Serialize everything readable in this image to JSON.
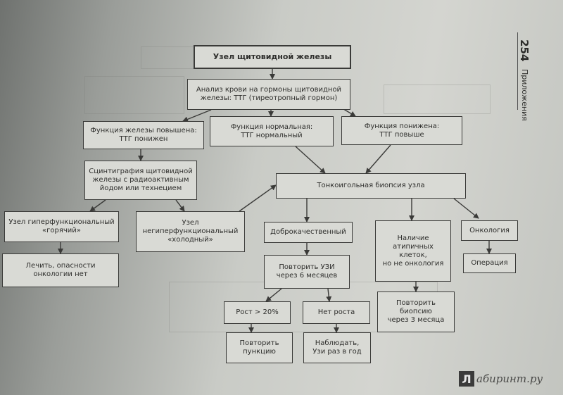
{
  "sidebar": {
    "page_number": "254",
    "section_label": "Приложения"
  },
  "flowchart": {
    "title": "Узел щитовидной железы",
    "blood_test": "Анализ крови на гормоны щитовидной\nжелезы: ТТГ (тиреотропный гормон)",
    "func_increased": "Функция железы повышена:\nТТГ понижен",
    "func_normal": "Функция нормальная:\nТТГ нормальный",
    "func_decreased": "Функция понижена:\nТТГ повыше",
    "scintigraphy": "Сцинтиграфия щитовидной\nжелезы с радиоактивным\nйодом или технецием",
    "biopsy": "Тонкоигольная биопсия узла",
    "hot_node": "Узел гиперфункциональный\n«горячий»",
    "cold_node": "Узел\nнегиперфункциональный\n«холодный»",
    "benign": "Доброкачественный",
    "atypical": "Наличие\nатипичных\nклеток,\nно не онкология",
    "oncology": "Онкология",
    "treat": "Лечить, опасности\nонкологии нет",
    "repeat_us": "Повторить УЗИ\nчерез 6 месяцев",
    "repeat_biopsy": "Повторить\nбиопсию\nчерез 3 месяца",
    "surgery": "Операция",
    "growth": "Рост > 20%",
    "no_growth": "Нет роста",
    "repeat_puncture": "Повторить\nпункцию",
    "observe": "Наблюдать,\nУзи раз в год"
  },
  "watermark": {
    "logo": "Л",
    "text": "абиринт.ру"
  }
}
